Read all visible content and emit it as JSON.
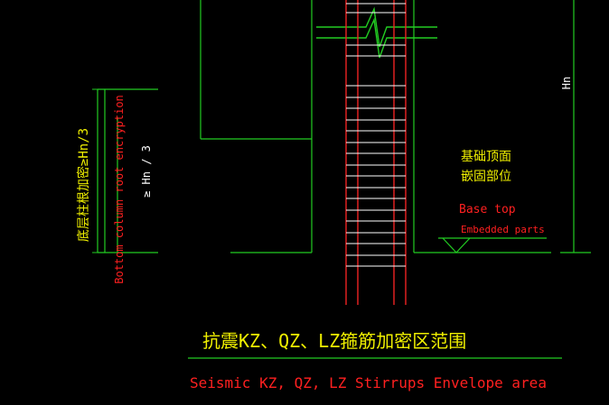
{
  "colors": {
    "background": "#000000",
    "green_line": "#22cc22",
    "red_line": "#ee2222",
    "white_line": "#ffffff",
    "yellow_text": "#f0f000",
    "red_text": "#ff2020"
  },
  "labels": {
    "height_hn": "Hn",
    "base_top_cn_line1": "基础顶面",
    "base_top_cn_line2": "嵌固部位",
    "base_top_en": "Base top",
    "embedded_en": "Embedded parts",
    "bottom_encrypt_cn": "底层柱根加密≥Hn/3",
    "bottom_encrypt_en": "Bottom column root encryption",
    "hn_third": "≥ Hn / 3",
    "title_cn": "抗震KZ、QZ、LZ箍筋加密区范围",
    "title_en": "Seismic KZ, QZ, LZ Stirrups Envelope area"
  },
  "icons": {
    "break_symbol": "break-line-icon",
    "base_marker": "elevation-triangle-icon"
  }
}
